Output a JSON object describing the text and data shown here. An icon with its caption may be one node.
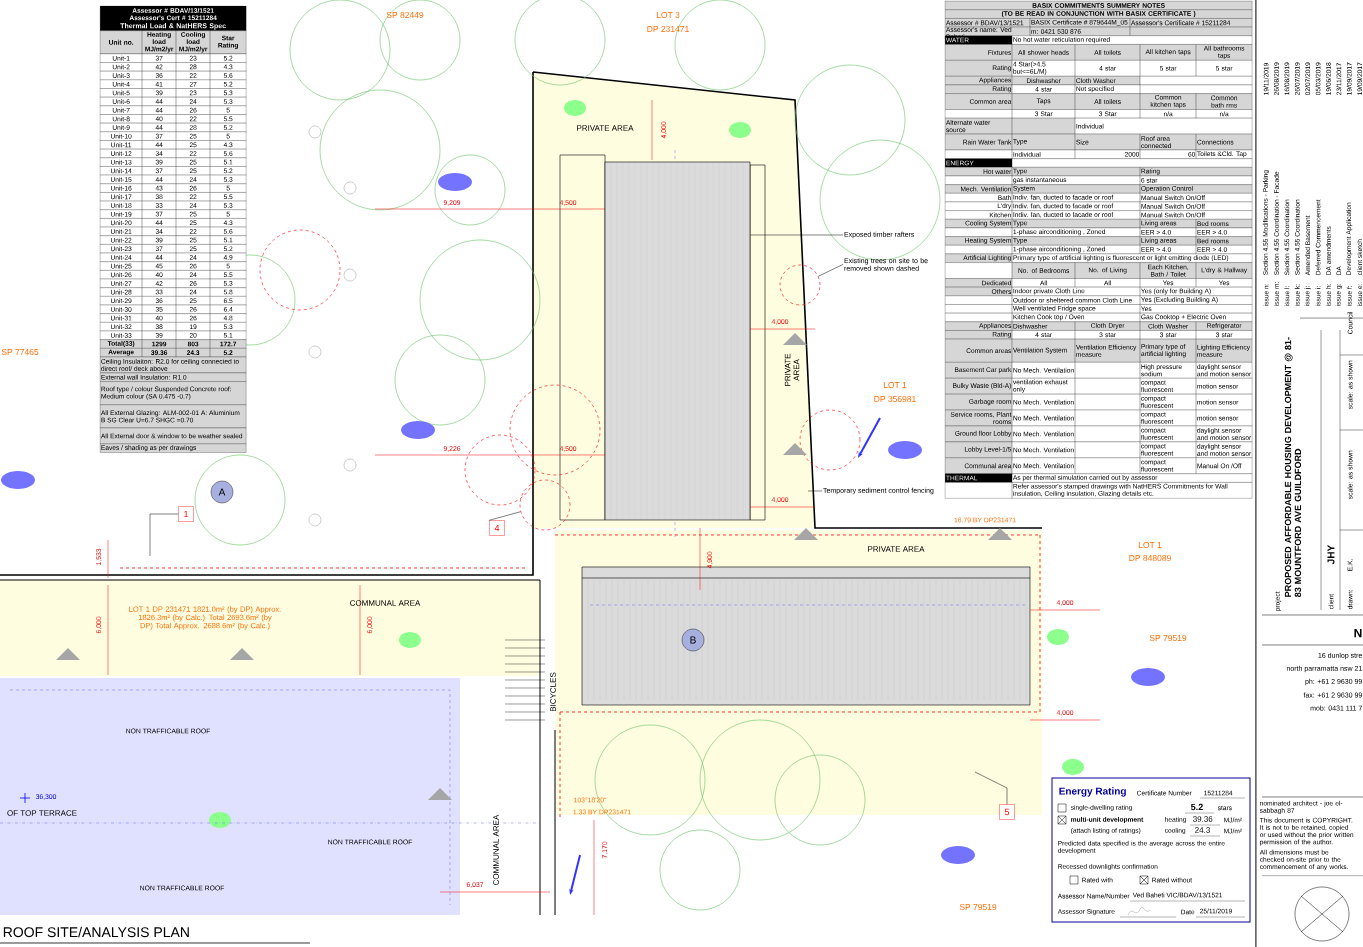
{
  "diagram": {
    "title": "ROOF SITE/ANALYSIS PLAN",
    "nodes": [
      {
        "text": [
          "Exposed timber rafters"
        ]
      },
      {
        "text": [
          "Existing trees on site to be removed shown dashed"
        ]
      },
      {
        "text": [
          "Temporary sediment control fencing"
        ]
      },
      {
        "text": [
          "A"
        ]
      },
      {
        "text": [
          "1"
        ]
      },
      {
        "text": [
          "4"
        ]
      },
      {
        "text": [
          "B"
        ]
      },
      {
        "text": [
          "5"
        ]
      },
      {
        "text": [],
        "shape": "circle"
      },
      {
        "text": [],
        "shape": "box"
      },
      {
        "text": [],
        "shape": "circle"
      }
    ],
    "edges": [
      {
        "from": 0,
        "to": 9,
        "arrow": "none"
      },
      {
        "from": 1,
        "to": 10,
        "arrow": "none"
      },
      {
        "from": 2,
        "to": null,
        "arrow": "none"
      },
      {
        "from": 4,
        "to": null,
        "arrow": "none"
      },
      {
        "from": 5,
        "to": 8,
        "arrow": "none"
      },
      {
        "from": 7,
        "to": null,
        "arrow": "none"
      }
    ],
    "labels": [
      "Assessor # BDAV/13/1521 Assessor's Cert # 15211284",
      "Thermal Load & NatHERS Spec",
      "Unit no.",
      "Heating load MJ/m2/yr",
      "Cooling load MJ/m2/yr",
      "Star Rating",
      "Unit-1",
      "37",
      "23",
      "5.2",
      "Unit-2",
      "42",
      "28",
      "4.3",
      "Unit-3",
      "36",
      "22",
      "5.6",
      "Unit-4",
      "41",
      "27",
      "5.2",
      "Unit-5",
      "39",
      "23",
      "5.3",
      "Unit-6",
      "44",
      "24",
      "5.3",
      "Unit-7",
      "44",
      "26",
      "5",
      "Unit-8",
      "40",
      "22",
      "5.5",
      "Unit-9",
      "44",
      "28",
      "5.2",
      "Unit-10",
      "37",
      "25",
      "5",
      "Unit-11",
      "44",
      "25",
      "4.3",
      "Unit-12",
      "34",
      "22",
      "5.6",
      "Unit-13",
      "39",
      "25",
      "5.1",
      "Unit-14",
      "37",
      "25",
      "5.2",
      "Unit-15",
      "44",
      "24",
      "5.3",
      "Unit-16",
      "43",
      "26",
      "5",
      "Unit-17",
      "38",
      "22",
      "5.5",
      "Unit-18",
      "33",
      "24",
      "5.3",
      "Unit-19",
      "37",
      "25",
      "5",
      "Unit-20",
      "44",
      "25",
      "4.3",
      "Unit-21",
      "34",
      "22",
      "5.6",
      "Unit-22",
      "39",
      "25",
      "5.1",
      "Unit-23",
      "37",
      "25",
      "5.2",
      "Unit-24",
      "44",
      "24",
      "4.9",
      "Unit-25",
      "45",
      "26",
      "5",
      "Unit-26",
      "40",
      "24",
      "5.5",
      "Unit-27",
      "42",
      "26",
      "5.3",
      "Unit-28",
      "33",
      "24",
      "5.8",
      "Unit-29",
      "36",
      "25",
      "6.5",
      "Unit-30",
      "35",
      "26",
      "6.4",
      "Unit-31",
      "40",
      "26",
      "4.8",
      "Unit-32",
      "38",
      "19",
      "5.3",
      "Unit-33",
      "39",
      "20",
      "5.1",
      "Total(33)",
      "1299",
      "803",
      "172.7",
      "Average",
      "39.36",
      "24.3",
      "5.2",
      "Ceiling Insulaiton: R2.0 for ceiling connected to direct roof/ deck above",
      "External wall Insulation: R1.0",
      "Roof type / colour Suspended Concrete roof: Medium colour (SA 0.475 -0.7)",
      "All External Glazing: ALM-002-01 A: Aluminium B SG Clear U=6.7 SHGC =0.70",
      "All External door & window to be weather sealed",
      "Eaves / shading as per drawings",
      "BASIX COMMITMENTS SUMMERY NOTES",
      "(TO BE READ IN CONJUNCTION WITH BASIX CERTIFICATE )",
      "Assessor # BDAV/13/1521",
      "BASIX Certificate # 879644M_05",
      "Assessor's Certificate # 15211284",
      "Assessor's name: Ved Baheti",
      "m: 0421 530 876",
      "WATER",
      "No hot water reticulation required",
      "Fixtures",
      "All shower heads",
      "All toilets",
      "All kitchen taps",
      "All bathrooms taps",
      "Rating",
      "4 Star(>4.5 but<=6L/M)",
      "4 star",
      "5 star",
      "5 star",
      "Appliances",
      "Dishwasher",
      "Cloth Washer",
      "Rating",
      "4 star",
      "Not specified",
      "Common area",
      "Taps",
      "All toilets",
      "Common kitchen taps",
      "Common bath rms",
      "3 Star",
      "3 Star",
      "n/a",
      "n/a",
      "Alternate water source",
      "Individual",
      "Rain Water Tank",
      "Type",
      "Size",
      "Roof area connected",
      "Connections",
      "Individual",
      "2000",
      "60",
      "Toilets &Cld. Tap",
      "ENERGY",
      "Hot water",
      "Type",
      "Rating",
      "gas instantaneous",
      "6 star",
      "Mech. Ventilation",
      "System",
      "Operation Control",
      "Bath",
      "Indiv. fan, ducted to facade or roof",
      "Manual Switch On/Off",
      "L'dry",
      "Indiv. fan, ducted to facade or roof",
      "Manual Switch On/Off",
      "Kitchen",
      "Indiv. fan, ducted to facade or roof",
      "Manual Switch On/Off",
      "Cooling System",
      "Type",
      "Living areas",
      "Bed rooms",
      "1-phase airconditioning , Zoned",
      "EER > 4.0",
      "EER > 4.0",
      "Heating System",
      "Type",
      "Living areas",
      "Bed rooms",
      "1-phase airconditioning , Zoned",
      "EER > 4.0",
      "EER > 4.0",
      "Artificial Lighting",
      "Primary type of artificial lighting is fluorescent or light emitting diode (LED)",
      "No. of Bedrooms",
      "No. of Living",
      "Each Kitchen, Bath / Toilet",
      "L'dry & Hallway",
      "Dedicated",
      "All",
      "All",
      "Yes",
      "Yes",
      "Others",
      "Indoor private Cloth Line",
      "Yes (only for Building A)",
      "Outdoor or sheltered common Cloth Line",
      "Yes (Excluding Building A)",
      "Well ventilated Fridge space",
      "Yes",
      "Kitchen Cook top / Oven",
      "Gas Cooktop + Electric Oven",
      "Appliances",
      "Dishwasher",
      "Cloth Dryer",
      "Cloth Washer",
      "Refrigerator",
      "Rating",
      "4 star",
      "3 star",
      "3 star",
      "3 star",
      "Common areas",
      "Ventilation System",
      "Ventilation Efficiency measure",
      "Primary type of artificial lighting",
      "Lighting Efficiency measure",
      "Basement Car park",
      "No Mech. Ventilation",
      "High pressure sodium",
      "daylight sensor and motion sensor",
      "Bulky Waste (Bld-A)",
      "ventilation exhaust only",
      "compact fluorescent",
      "motion sensor",
      "Garbage room",
      "No Mech. Ventilation",
      "compact fluorescent",
      "motion sensor",
      "Service rooms, Plant rooms",
      "No Mech. Ventilation",
      "compact fluorescent",
      "motion sensor",
      "Ground floor Lobby",
      "No Mech. Ventilation",
      "compact fluorescent",
      "daylight sensor and motion sensor",
      "Lobby Level-1/5",
      "No Mech. Ventilation",
      "compact fluorescent",
      "daylight sensor and motion sensor",
      "Communal area",
      "No Mech. Ventilation",
      "compact fluorescent",
      "Manual On /Off",
      "THERMAL",
      "As per thermal simulation carried out by assessor",
      "Refer assessor's stamped drawings with NatHERS Commitments for Wall insulation, Ceiling insulation, Glazing details etc.",
      "SP 82449",
      "LOT 3",
      "DP 231471",
      "PRIVATE AREA",
      "4,000",
      "9,209",
      "4,500",
      "4,000",
      "SP 77465",
      "PRIVATE AREA",
      "LOT 1",
      "DP 356981",
      "9,226",
      "4,500",
      "4,000",
      "16.79 BY DP231471",
      "1,533",
      "4,900",
      "PRIVATE AREA",
      "LOT 1",
      "DP 848089",
      "6,000",
      "LOT 1 DP 231471 1821.0m² (by DP) Approx. 1826.3m² (by Calc.) Total 2693.6m² (by DP) Total Approx. 2688.6m² (by Calc.)",
      "6,000",
      "COMMUNAL AREA",
      "4,000",
      "SP 79519",
      "BICYCLES",
      "4,000",
      "NON TRAFFICABLE ROOF",
      "36,300",
      "103°18'20\"",
      "OF TOP TERRACE",
      "1.33 BY DP231471",
      "NON TRAFFICABLE ROOF",
      "COMMUNAL AREA",
      "7,170",
      "6,037",
      "NON TRAFFICABLE ROOF",
      "SP 79519",
      "issue n:",
      "Section 4.55 Modifications - Parking",
      "19/11/2019",
      "issue m:",
      "Section 4.55 Coordination - Facade",
      "26/08/2019",
      "issue l:",
      "Section 4.55 Coordination",
      "16/08/2019",
      "issue k:",
      "Section 4.55 Coordination",
      "26/07/2019",
      "issue j:",
      "Amended Basement",
      "02/07/2019",
      "issue i:",
      "Deferred Commencement",
      "05/03/2019",
      "issue h:",
      "DA amendments",
      "19/06/2018",
      "issue g:",
      "DA",
      "23/11/2017",
      "issue f:",
      "Development Application",
      "19/09/2017",
      "issue e:",
      "client sketch",
      "19/09/2017",
      "project",
      "PROPOSED AFFORDABLE HOUSING DEVELOPMENT @ 81-83 MOUNTFORD AVE GUILDFORD",
      "client",
      "JHY",
      "drawn:",
      "E.K.",
      "scale: as shown",
      "scale: as shown",
      "Council",
      "N",
      "16 dunlop stre",
      "north parramatta nsw 21",
      "ph: +61 2 9630 99",
      "fax: +61 2 9630 99",
      "mob: 0431 111 7",
      "nominated architect - joe el-sabbagh 87",
      "This document is COPYRIGHT. It is not to be retained, copied or used without the prior written permission of the author.",
      "All dimensions must be checked on-site prior to the commencement of any works.",
      "Energy Rating",
      "Certificate Number",
      "15211284",
      "single-dwelling rating",
      "5.2",
      "stars",
      "multi-unit development",
      "(attach listing of ratings)",
      "Predicted data specified is the average across the entire development",
      "heating",
      "39.36",
      "MJ/m²",
      "cooling",
      "24.3",
      "MJ/m²",
      "Recessed downlights confirmation",
      "Rated with",
      "Rated without",
      "Assessor Name/Number",
      "Ved Baheti VIC/BDAV/13/1521",
      "Assessor Signature",
      "Date",
      "25/11/2019"
    ]
  }
}
